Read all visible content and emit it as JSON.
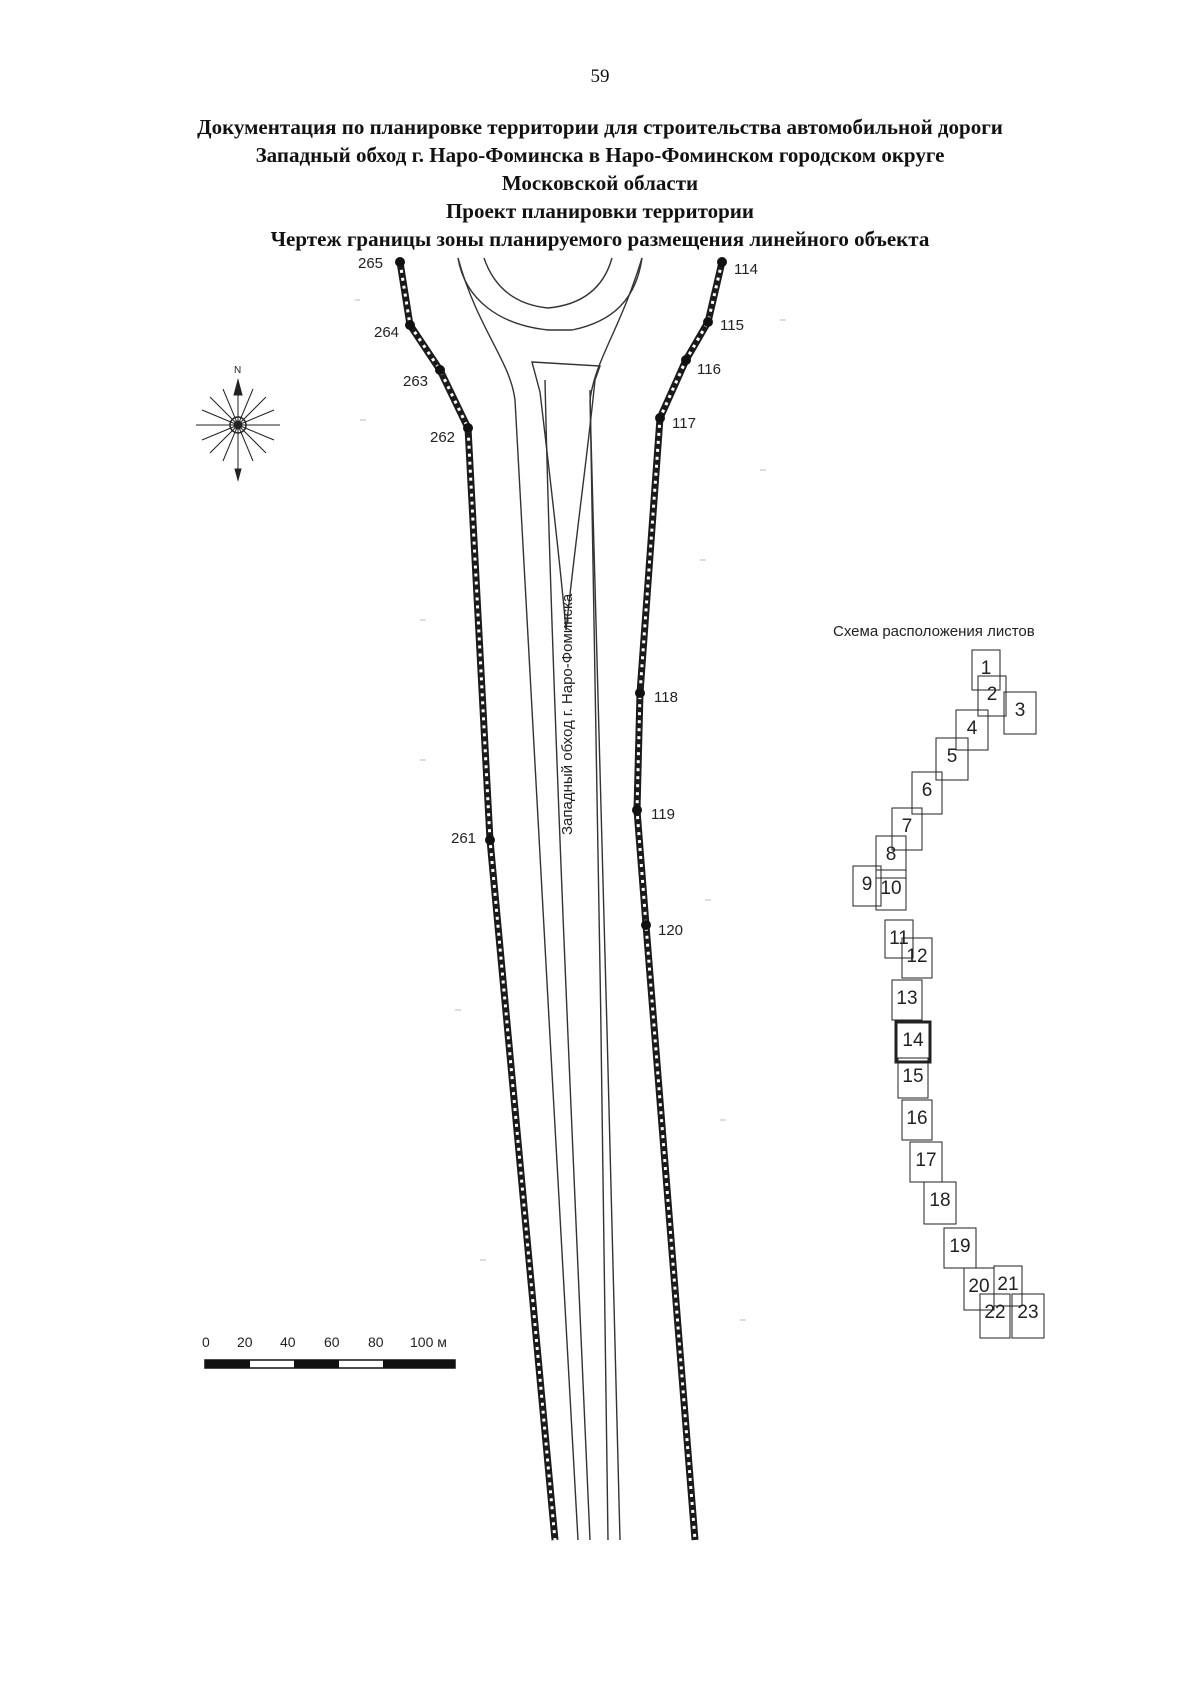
{
  "page_number": "59",
  "title_lines": [
    "Документация по планировке территории для строительства автомобильной дороги",
    "Западный обход г. Наро-Фоминска в Наро-Фоминском городском округе",
    "Московской области",
    "Проект планировки территории",
    "Чертеж границы зоны планируемого размещения линейного объекта"
  ],
  "road_label": "Западный обход г. Наро-Фоминска",
  "north_label": "N",
  "left_boundary_points": [
    "265",
    "264",
    "263",
    "262",
    "261"
  ],
  "right_boundary_points": [
    "114",
    "115",
    "116",
    "117",
    "118",
    "119",
    "120"
  ],
  "scale": {
    "ticks": [
      "0",
      "20",
      "40",
      "60",
      "80",
      "100 м"
    ]
  },
  "scheme": {
    "title": "Схема расположения листов",
    "current_sheet": "14",
    "sheets": [
      "1",
      "2",
      "3",
      "4",
      "5",
      "6",
      "7",
      "8",
      "9",
      "10",
      "11",
      "12",
      "13",
      "14",
      "15",
      "16",
      "17",
      "18",
      "19",
      "20",
      "21",
      "22",
      "23"
    ]
  },
  "colors": {
    "ink": "#111111",
    "boundary": "#1a1a1a",
    "road_line": "#333333"
  }
}
